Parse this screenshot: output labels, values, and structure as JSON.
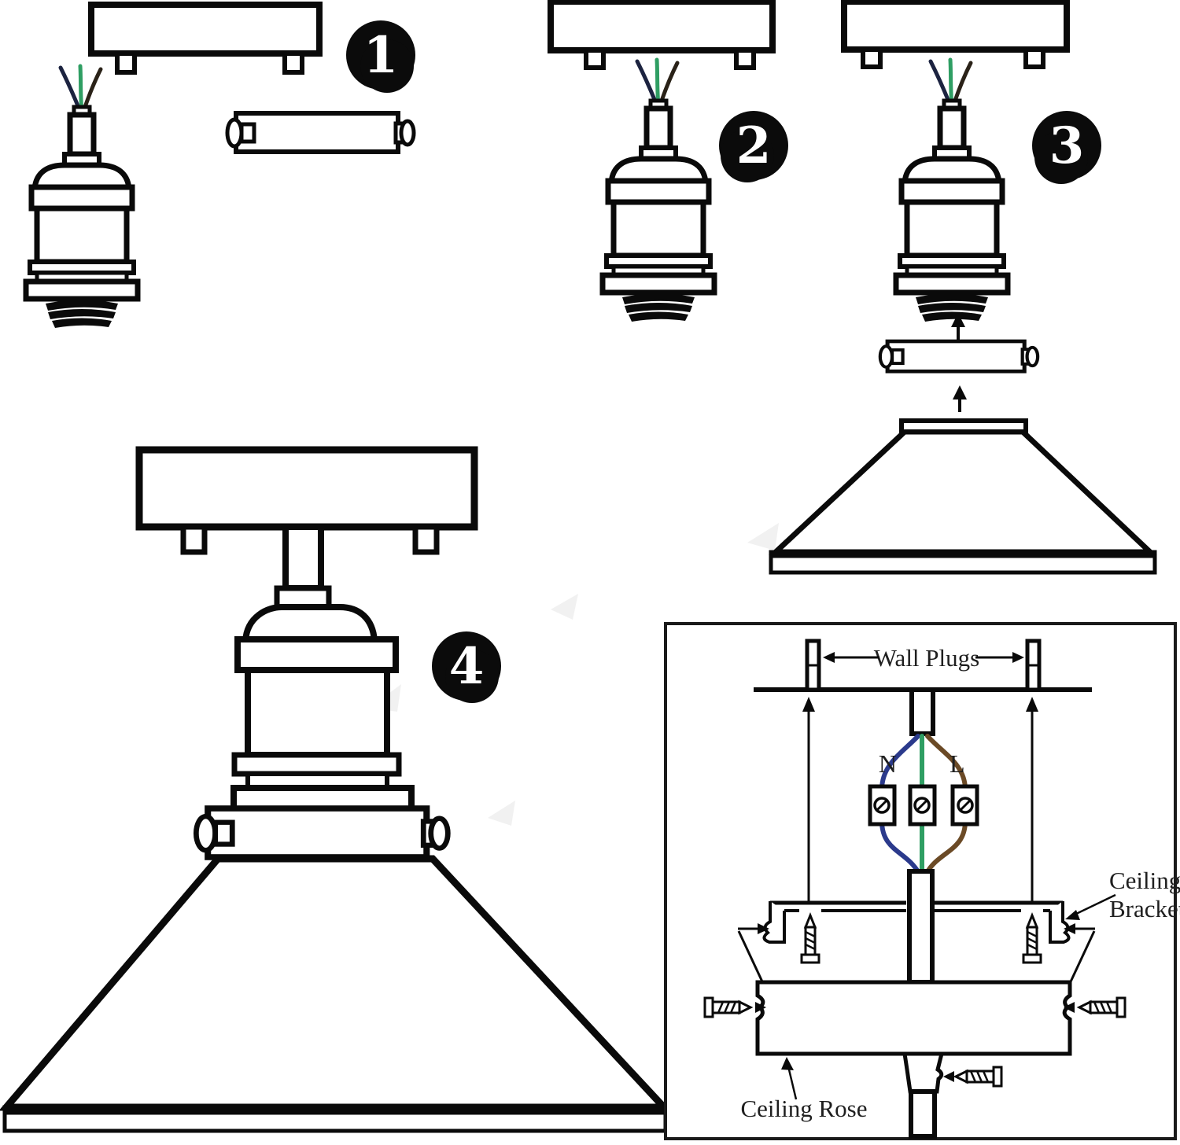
{
  "steps": [
    {
      "label": "1"
    },
    {
      "label": "2"
    },
    {
      "label": "3"
    },
    {
      "label": "4"
    }
  ],
  "inset": {
    "labels": {
      "wall_plugs": "Wall Plugs",
      "wire_neutral": "N",
      "wire_live": "L",
      "ceiling_bracket_line1": "Ceiling",
      "ceiling_bracket_line2": "Bracket",
      "ceiling_rose": "Ceiling Rose"
    }
  },
  "wires": {
    "neutral_top": "#1c2340",
    "earth": "#2f9e63",
    "live_top": "#2a2218",
    "neutral_inset": "#2b3a8c",
    "live_inset": "#6b4a26"
  },
  "colors": {
    "line": "#0a0a0a",
    "badge_fill": "#0b0b0b",
    "badge_text": "#ffffff",
    "inset_border": "#1a1a1a",
    "label_text": "#1f1f1f"
  }
}
